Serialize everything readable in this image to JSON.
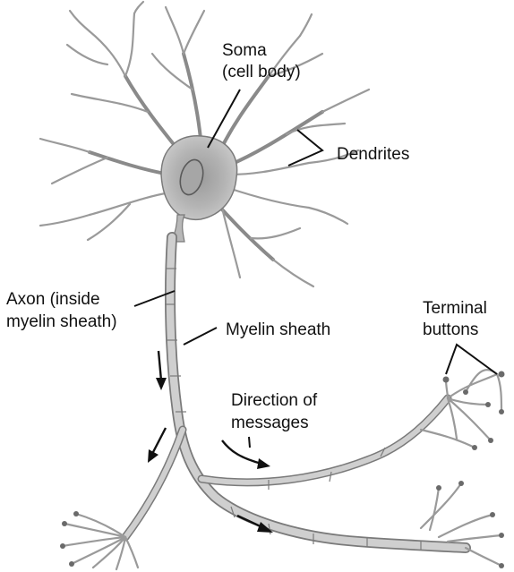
{
  "labels": {
    "soma_line1": "Soma",
    "soma_line2": "(cell body)",
    "dendrites": "Dendrites",
    "axon_line1": "Axon (inside",
    "axon_line2": "myelin sheath)",
    "myelin": "Myelin sheath",
    "terminal_line1": "Terminal",
    "terminal_line2": "buttons",
    "direction_line1": "Direction of",
    "direction_line2": "messages"
  },
  "colors": {
    "text": "#111111",
    "neuron_fill": "#c4c4c4",
    "neuron_stroke": "#7a7a7a",
    "nucleus": "#8c8c8c",
    "background": "#ffffff"
  }
}
